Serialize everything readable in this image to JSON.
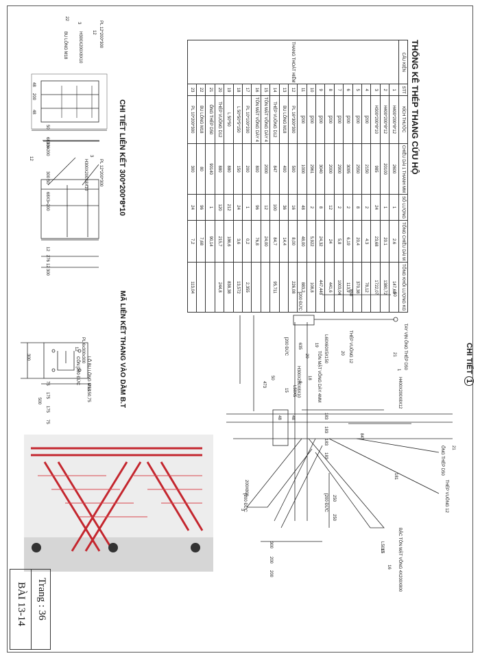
{
  "sheet": {
    "page_label": "Trang : 36",
    "lesson_label": "BÀI 13-14"
  },
  "stats": {
    "title": "THỐNG KÊ THÉP THANG CỨU HỘ",
    "columns": [
      "STT",
      "KÍCH THƯỚC",
      "CHIỀU DÀI 1 THANH MM",
      "SỐ LƯỢNG",
      "TỔNG CHIỀU DÀI M",
      "TỔNG KHỐI LƯỢNG KG"
    ],
    "group_header": "CẤU KIỆN",
    "group_name": "THANG THOÁT HIỂM",
    "rows": [
      [
        "1",
        "H400*200*8*12",
        "2600",
        "1",
        "2.6",
        "147,68"
      ],
      [
        "2",
        "H400*200*8*12",
        "20100",
        "1",
        "20.1",
        "1380,72"
      ],
      [
        "3",
        "H300*200*8*10",
        "985",
        "24",
        "23,68",
        "1722,07"
      ],
      [
        "4",
        "[200",
        "2150",
        "2",
        "4.3",
        "78,12"
      ],
      [
        "5",
        "[200",
        "2550",
        "8",
        "20,4",
        "370,38"
      ],
      [
        "6",
        "[200",
        "3095",
        "2",
        "6,19",
        "113,9"
      ],
      [
        "7",
        "[200",
        "2900",
        "2",
        "5,8",
        "1003,04"
      ],
      [
        "8",
        "[200",
        "2000",
        "12",
        "24",
        "441,6"
      ],
      [
        "9",
        "[200",
        "3040",
        "8",
        "24,32",
        "447,448"
      ],
      [
        "10",
        "[200",
        "2961",
        "2",
        "5,922",
        "108,8"
      ],
      [
        "11",
        "[200",
        "1000",
        "48",
        "48,00",
        "883,2"
      ],
      [
        "12",
        "PL 16*300*300",
        "500",
        "16",
        "8,00",
        "226,08"
      ],
      [
        "13",
        "BU LÔNG M18",
        "400",
        "36",
        "14,4",
        ""
      ],
      [
        "14",
        "THÉP VUÔNG D12",
        "847",
        "100",
        "84,7",
        "95,711"
      ],
      [
        "15",
        "TÔN MẶT VÕNG DÀY 4",
        "2000",
        "12",
        "24,00",
        ""
      ],
      [
        "16",
        "TÔN MẶT VÕNG DÀY 4",
        "800",
        "96",
        "76,8",
        ""
      ],
      [
        "17",
        "PL 10*100*200",
        "200",
        "1",
        "0,2",
        "2,355"
      ],
      [
        "18",
        "L 50*50*5*150",
        "150",
        "24",
        "3,6",
        "13,572"
      ],
      [
        "19",
        "L 50*50",
        "880",
        "212",
        "186,6",
        "838,38"
      ],
      [
        "20",
        "THÉP VUÔNG D12",
        "880",
        "120",
        "215,7",
        "244,8"
      ],
      [
        "21",
        "ỐNG THÉP D50",
        "90140",
        "1",
        "90,14",
        ""
      ],
      [
        "22",
        "BU LÔNG M18",
        "80",
        "96",
        "7,68",
        ""
      ],
      [
        "23",
        "PL 10*200*300",
        "300",
        "24",
        "7,2",
        "113,04"
      ]
    ]
  },
  "detail_conn": {
    "title": "CHI TIẾT LIÊN KẾT 300*200*8*10",
    "labels": [
      "PL 12*200*300",
      "H300X200X8X10",
      "BU LÔNG M18",
      "PL 12*200*300",
      "H300X200X8X10"
    ],
    "dims": [
      "48",
      "200",
      "48",
      "50",
      "68X3=200",
      "300",
      "300",
      "50",
      "68X3=200",
      "12",
      "276",
      "12",
      "300"
    ],
    "markers": [
      "22",
      "3",
      "12",
      "3",
      "12"
    ]
  },
  "detail_base": {
    "title": "MÃ LIÊN KẾT THANG VÀO DẦM B.T",
    "labels": [
      "PL 6x300x300",
      "LỖ BU LÔNG M18",
      "CỐN [200 ĐỨC"
    ],
    "dims": [
      "300",
      "75,150,75",
      "75",
      "175",
      "175",
      "75",
      "500"
    ],
    "markers": [
      "12"
    ]
  },
  "detail_one": {
    "title": "CHI TIẾT",
    "number": "1",
    "labels": [
      "[200 ĐỨC",
      "THÉP VUÔNG 12",
      "TAY VỊN ỐNG THÉP D50",
      "H400X200X8X12",
      "[200 ĐỨC",
      "L60X60X5X150",
      "TÔN MẶT VÕNG DÀY 4MM",
      "H300X200X8X10",
      "L50X5",
      "ỐNG THÉP D50",
      "THÉP VUÔNG 12",
      "BẬC TÔN MẶT VÕNG 4X200X800",
      "L50X5",
      "[200 ĐỨC",
      "200X800",
      "[200 ĐỨC"
    ],
    "dims": [
      "850",
      "50",
      "635",
      "50",
      "473",
      "183",
      "183",
      "183",
      "183",
      "847",
      "48",
      "48",
      "181",
      "250",
      "250",
      "300",
      "200",
      "200"
    ],
    "markers": [
      "21",
      "20",
      "1",
      "19",
      "18",
      "9",
      "21",
      "20",
      "15",
      "16",
      "17",
      "3"
    ]
  }
}
